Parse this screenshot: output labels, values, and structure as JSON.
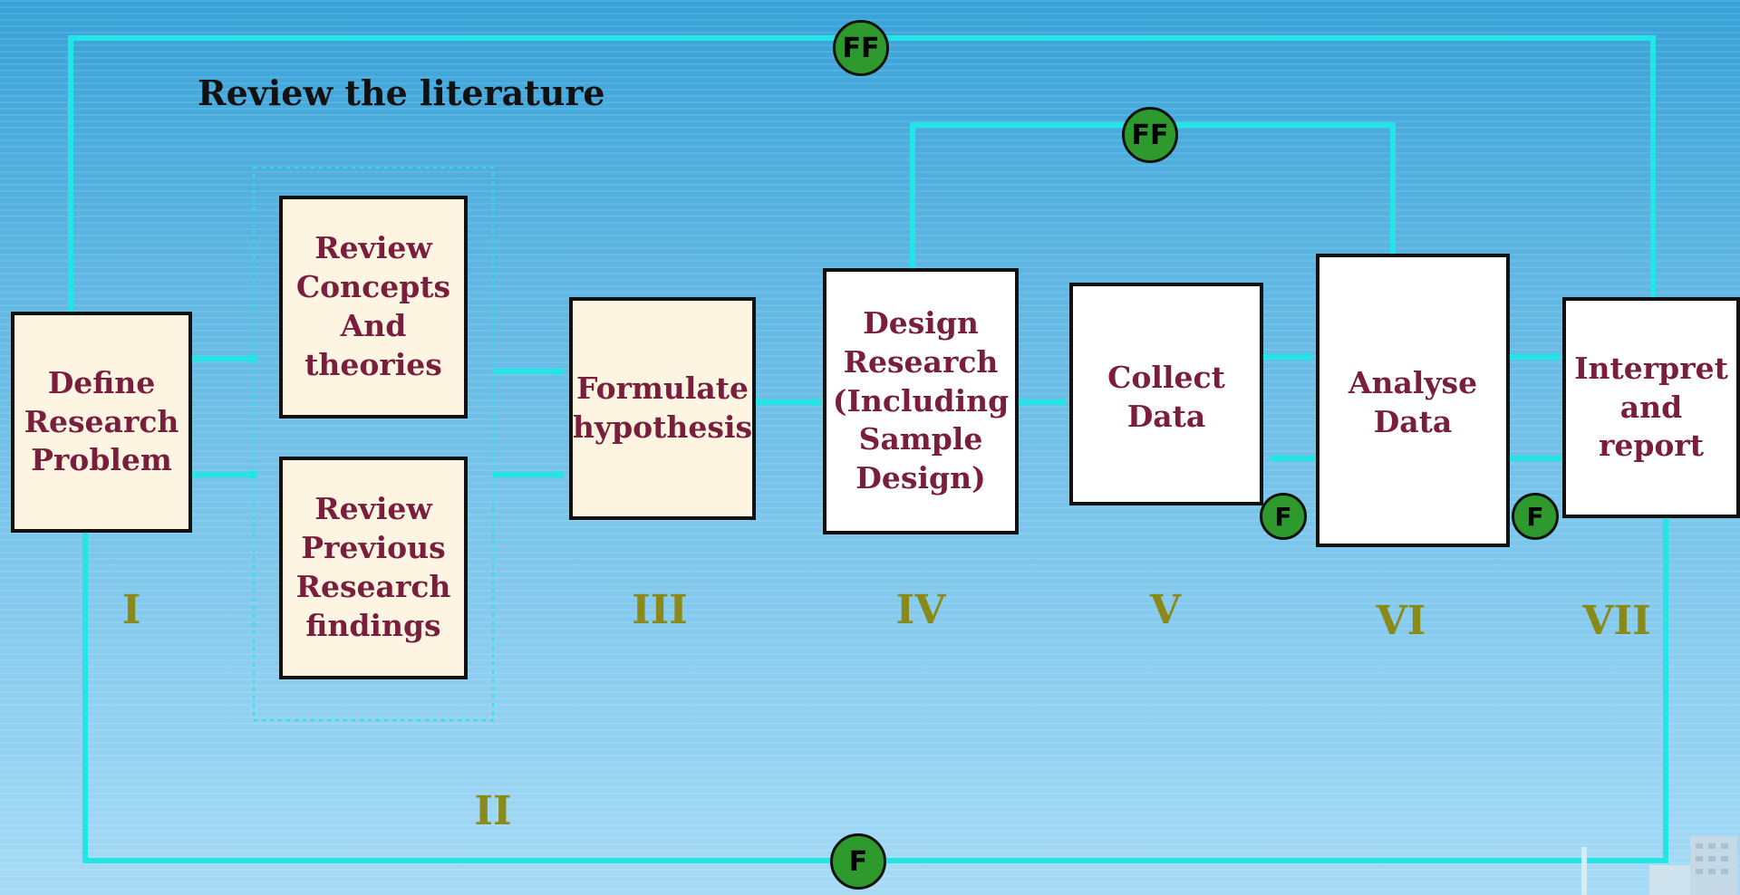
{
  "heading": "Review the literature",
  "boxes": {
    "define": "Define\nResearch\nProblem",
    "concepts": "Review\nConcepts\nAnd\ntheories",
    "previous": "Review\nPrevious\nResearch\nfindings",
    "formulate": "Formulate\nhypothesis",
    "design": "Design\nResearch\n(Including\nSample\nDesign)",
    "collect": "Collect\nData",
    "analyse": "Analyse\nData",
    "interpret": "Interpret\nand\nreport"
  },
  "stages": [
    "I",
    "II",
    "III",
    "IV",
    "V",
    "VI",
    "VII"
  ],
  "badges": {
    "ff_top": "FF",
    "ff_inner": "FF",
    "f_collect": "F",
    "f_analyse": "F",
    "f_bottom": "F"
  },
  "colors": {
    "connector": "#22e6e6",
    "badge_fill": "#2e9a2e",
    "box_text": "#7a1e3d",
    "stage_label": "#8a8a1a",
    "cream_box": "#fdf5e1"
  }
}
